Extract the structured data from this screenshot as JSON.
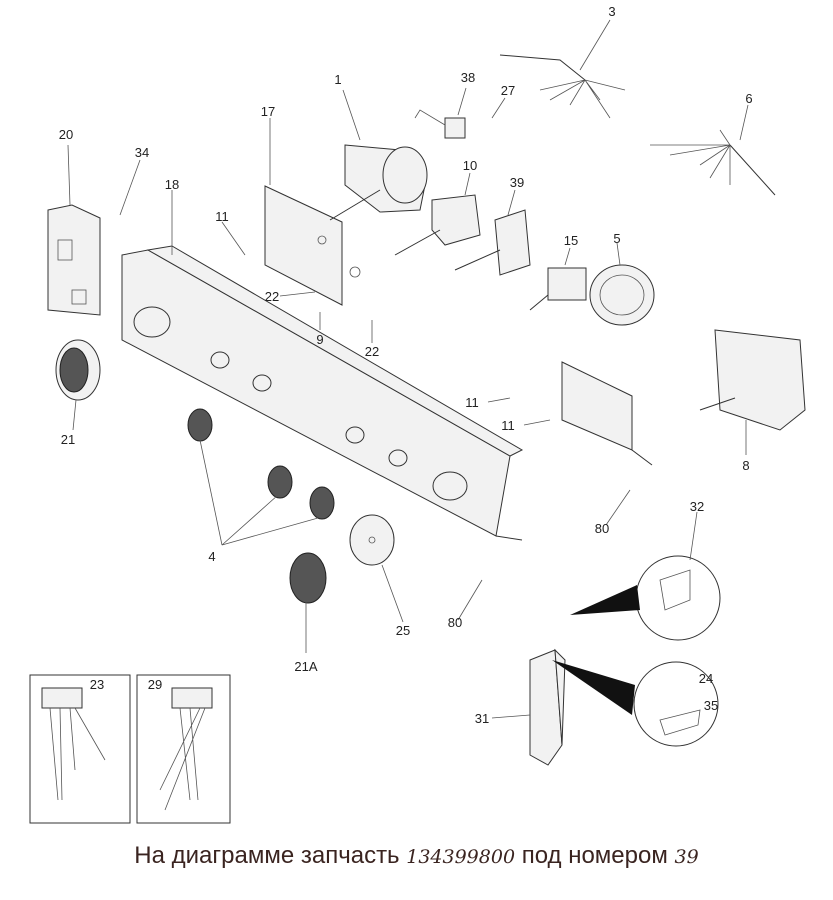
{
  "callouts": [
    "1",
    "3",
    "6",
    "38",
    "27",
    "17",
    "10",
    "39",
    "20",
    "34",
    "18",
    "11",
    "15",
    "5",
    "22",
    "9",
    "22",
    "21",
    "11",
    "11",
    "8",
    "4",
    "80",
    "32",
    "21A",
    "25",
    "80",
    "23",
    "29",
    "24",
    "35",
    "31"
  ],
  "caption": {
    "prefix": "На диаграмме запчасть",
    "part_number": "134399800",
    "middle": "под номером",
    "part_ref": "39"
  }
}
